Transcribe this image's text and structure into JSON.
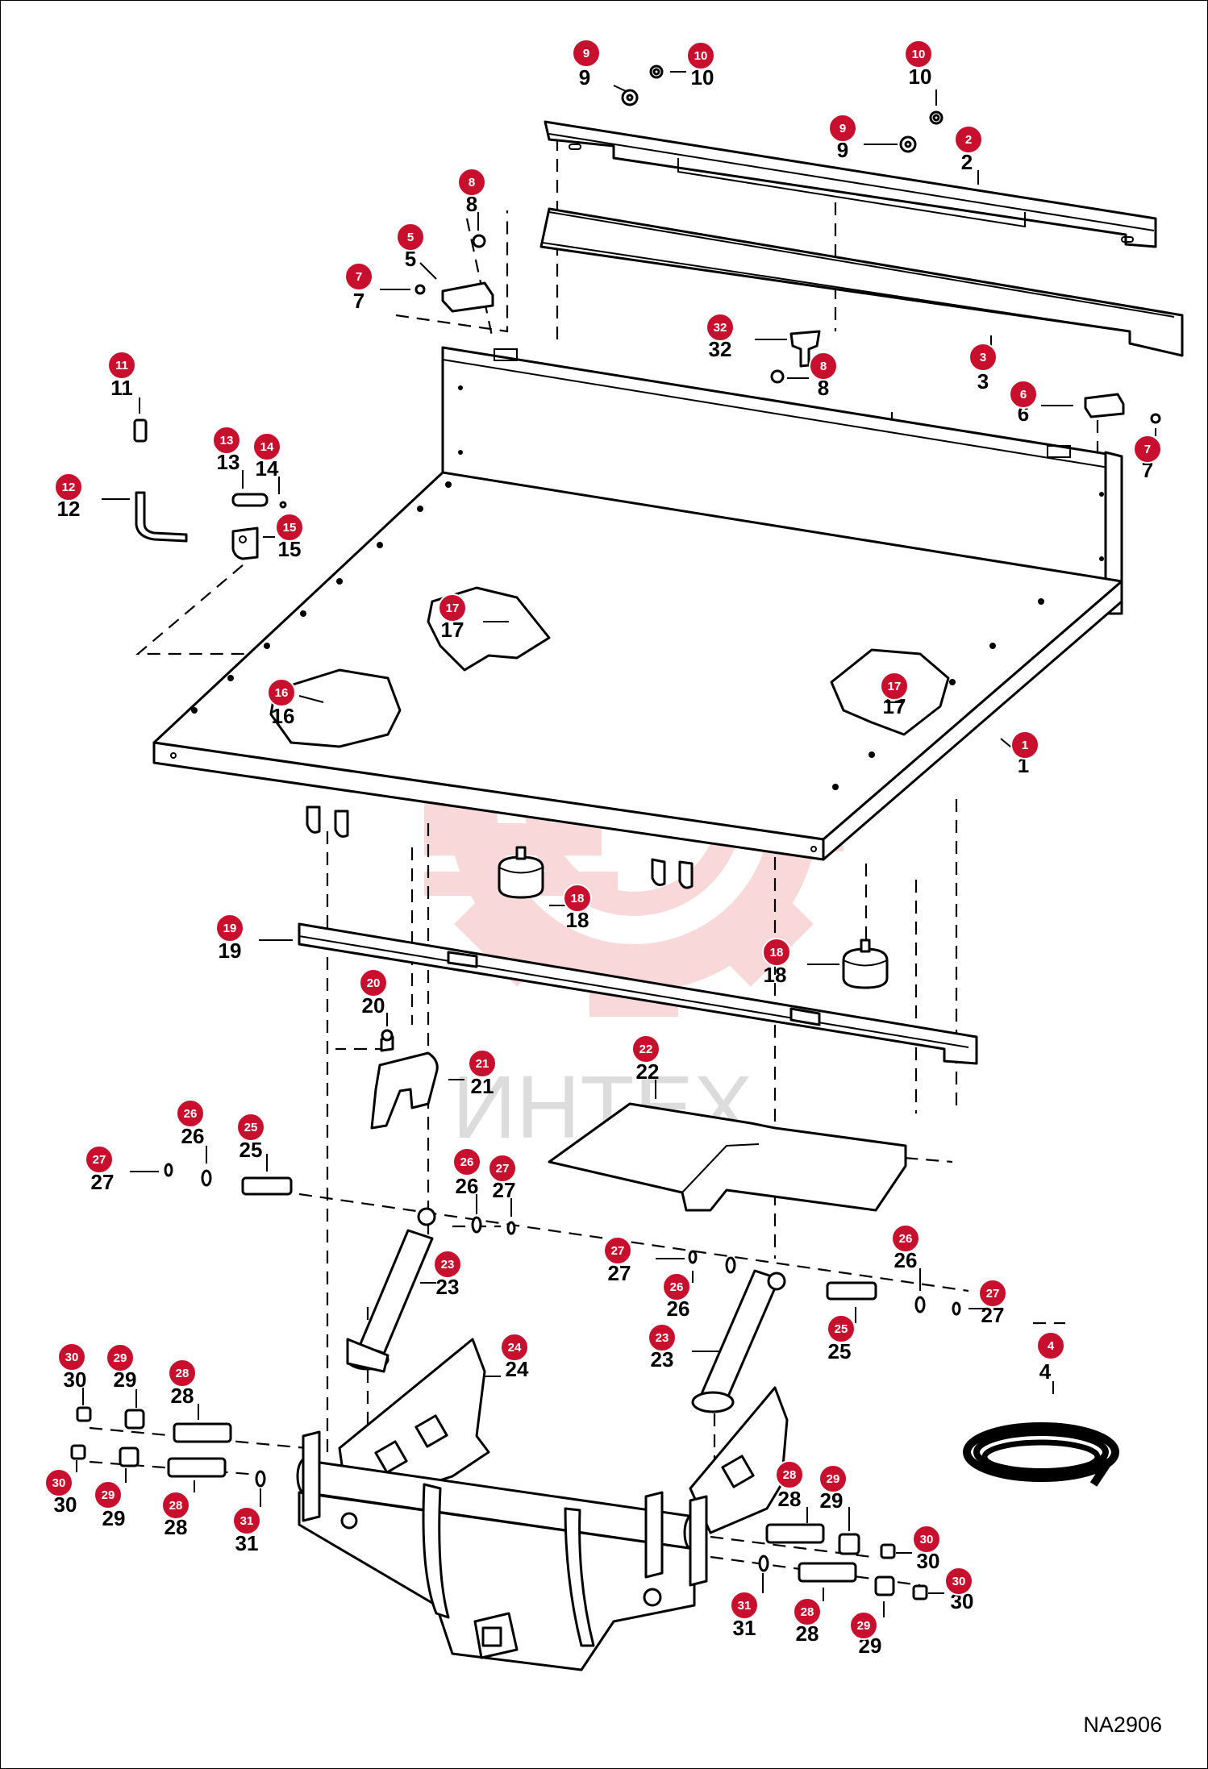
{
  "drawing_code": "NA2906",
  "watermark": {
    "text": "ИНТЕХ",
    "gear_color": "#f2b8b8",
    "text_color": "#d9d9d9"
  },
  "badge_color": "#c8102e",
  "callouts": [
    {
      "id": "c1",
      "num": "1"
    },
    {
      "id": "c2",
      "num": "2"
    },
    {
      "id": "c3",
      "num": "3"
    },
    {
      "id": "c4",
      "num": "4"
    },
    {
      "id": "c5",
      "num": "5"
    },
    {
      "id": "c6",
      "num": "6"
    },
    {
      "id": "c7a",
      "num": "7"
    },
    {
      "id": "c7b",
      "num": "7"
    },
    {
      "id": "c8a",
      "num": "8"
    },
    {
      "id": "c8b",
      "num": "8"
    },
    {
      "id": "c9a",
      "num": "9"
    },
    {
      "id": "c9b",
      "num": "9"
    },
    {
      "id": "c10a",
      "num": "10"
    },
    {
      "id": "c10b",
      "num": "10"
    },
    {
      "id": "c11",
      "num": "11"
    },
    {
      "id": "c12",
      "num": "12"
    },
    {
      "id": "c13",
      "num": "13"
    },
    {
      "id": "c14",
      "num": "14"
    },
    {
      "id": "c15",
      "num": "15"
    },
    {
      "id": "c16",
      "num": "16"
    },
    {
      "id": "c17a",
      "num": "17"
    },
    {
      "id": "c17b",
      "num": "17"
    },
    {
      "id": "c18a",
      "num": "18"
    },
    {
      "id": "c18b",
      "num": "18"
    },
    {
      "id": "c19",
      "num": "19"
    },
    {
      "id": "c20",
      "num": "20"
    },
    {
      "id": "c21",
      "num": "21"
    },
    {
      "id": "c22",
      "num": "22"
    },
    {
      "id": "c23a",
      "num": "23"
    },
    {
      "id": "c23b",
      "num": "23"
    },
    {
      "id": "c24",
      "num": "24"
    },
    {
      "id": "c25a",
      "num": "25"
    },
    {
      "id": "c25b",
      "num": "25"
    },
    {
      "id": "c26a",
      "num": "26"
    },
    {
      "id": "c26b",
      "num": "26"
    },
    {
      "id": "c26c",
      "num": "26"
    },
    {
      "id": "c26d",
      "num": "26"
    },
    {
      "id": "c27a",
      "num": "27"
    },
    {
      "id": "c27b",
      "num": "27"
    },
    {
      "id": "c27c",
      "num": "27"
    },
    {
      "id": "c27d",
      "num": "27"
    },
    {
      "id": "c28a",
      "num": "28"
    },
    {
      "id": "c28b",
      "num": "28"
    },
    {
      "id": "c28c",
      "num": "28"
    },
    {
      "id": "c28d",
      "num": "28"
    },
    {
      "id": "c29a",
      "num": "29"
    },
    {
      "id": "c29b",
      "num": "29"
    },
    {
      "id": "c29c",
      "num": "29"
    },
    {
      "id": "c29d",
      "num": "29"
    },
    {
      "id": "c30a",
      "num": "30"
    },
    {
      "id": "c30b",
      "num": "30"
    },
    {
      "id": "c30c",
      "num": "30"
    },
    {
      "id": "c30d",
      "num": "30"
    },
    {
      "id": "c31a",
      "num": "31"
    },
    {
      "id": "c31b",
      "num": "31"
    },
    {
      "id": "c32",
      "num": "32"
    }
  ]
}
